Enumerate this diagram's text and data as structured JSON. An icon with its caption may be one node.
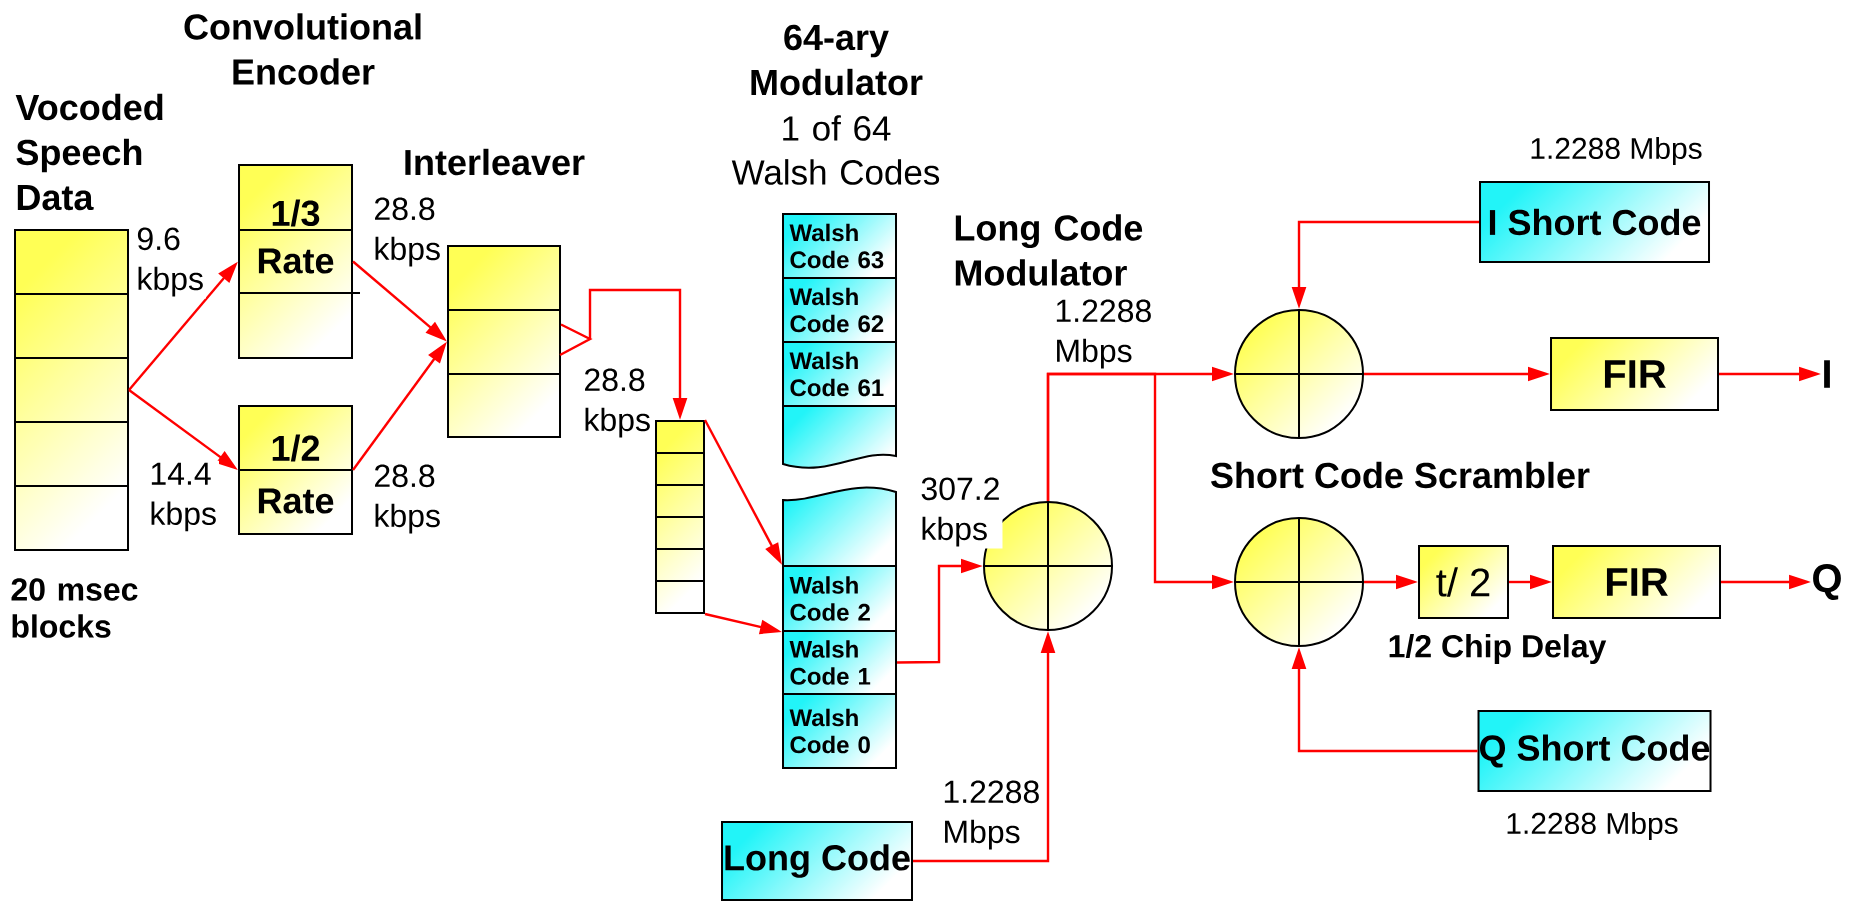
{
  "diagram": {
    "nodes": [
      {
        "text": [
          "Vocoded Speech Data"
        ],
        "beside": [
          "20 msec blocks"
        ]
      },
      {
        "text": [
          "1/3",
          "Rate"
        ]
      },
      {
        "text": [
          "1/2",
          "Rate"
        ]
      },
      {
        "text": [
          "Interleaver"
        ]
      },
      {
        "text": [],
        "shape": "box"
      },
      {
        "text": [
          "Walsh Code 63"
        ]
      },
      {
        "text": [
          "Walsh Code 62"
        ]
      },
      {
        "text": [
          "Walsh Code 61"
        ]
      },
      {
        "text": [],
        "shape": "box"
      },
      {
        "text": [],
        "shape": "box"
      },
      {
        "text": [
          "Walsh Code 2"
        ]
      },
      {
        "text": [
          "Walsh Code 1"
        ]
      },
      {
        "text": [
          "Walsh Code 0"
        ]
      },
      {
        "text": [],
        "shape": "circle"
      },
      {
        "text": [
          "Long Code"
        ]
      },
      {
        "text": [
          "I Short Code"
        ],
        "beside": [
          "1.2288 Mbps"
        ]
      },
      {
        "text": [],
        "shape": "circle"
      },
      {
        "text": [
          "FIR"
        ]
      },
      {
        "text": [
          "I"
        ]
      },
      {
        "text": [],
        "shape": "circle"
      },
      {
        "text": [
          "t/ 2"
        ],
        "beside": [
          "1/2 Chip Delay"
        ]
      },
      {
        "text": [
          "FIR"
        ]
      },
      {
        "text": [
          "Q"
        ]
      },
      {
        "text": [
          "Q Short Code"
        ],
        "beside": [
          "1.2288 Mbps"
        ]
      }
    ],
    "edges": [
      {
        "from": 0,
        "to": 1,
        "arrow": "to",
        "label": "9.6 kbps"
      },
      {
        "from": 0,
        "to": 2,
        "arrow": "to",
        "label": "14.4 kbps"
      },
      {
        "from": 1,
        "to": 3,
        "arrow": "to",
        "label": "28.8 kbps"
      },
      {
        "from": 2,
        "to": 3,
        "arrow": "to",
        "label": "28.8 kbps"
      },
      {
        "from": 3,
        "to": 4,
        "arrow": "to",
        "label": "28.8 kbps"
      },
      {
        "from": 4,
        "to": 10,
        "arrow": "to"
      },
      {
        "from": 4,
        "to": 10,
        "arrow": "to"
      },
      {
        "from": 11,
        "to": 13,
        "arrow": "to",
        "label": "307.2 kbps"
      },
      {
        "from": 14,
        "to": 13,
        "arrow": "to",
        "label": "1.2288 Mbps"
      },
      {
        "from": 13,
        "to": 16,
        "arrow": "to",
        "label": "1.2288 Mbps"
      },
      {
        "from": 13,
        "to": 19,
        "arrow": "to"
      },
      {
        "from": 15,
        "to": 16,
        "arrow": "to"
      },
      {
        "from": 16,
        "to": 17,
        "arrow": "to"
      },
      {
        "from": 17,
        "to": 18,
        "arrow": "to"
      },
      {
        "from": 23,
        "to": 19,
        "arrow": "to"
      },
      {
        "from": 19,
        "to": 20,
        "arrow": "to"
      },
      {
        "from": 20,
        "to": 21,
        "arrow": "to"
      },
      {
        "from": 21,
        "to": 22,
        "arrow": "to"
      }
    ],
    "labels": [
      "Convolutional Encoder",
      "64-ary Modulator",
      "1 of 64 Walsh Codes",
      "Long Code Modulator",
      "Short Code Scrambler"
    ]
  }
}
